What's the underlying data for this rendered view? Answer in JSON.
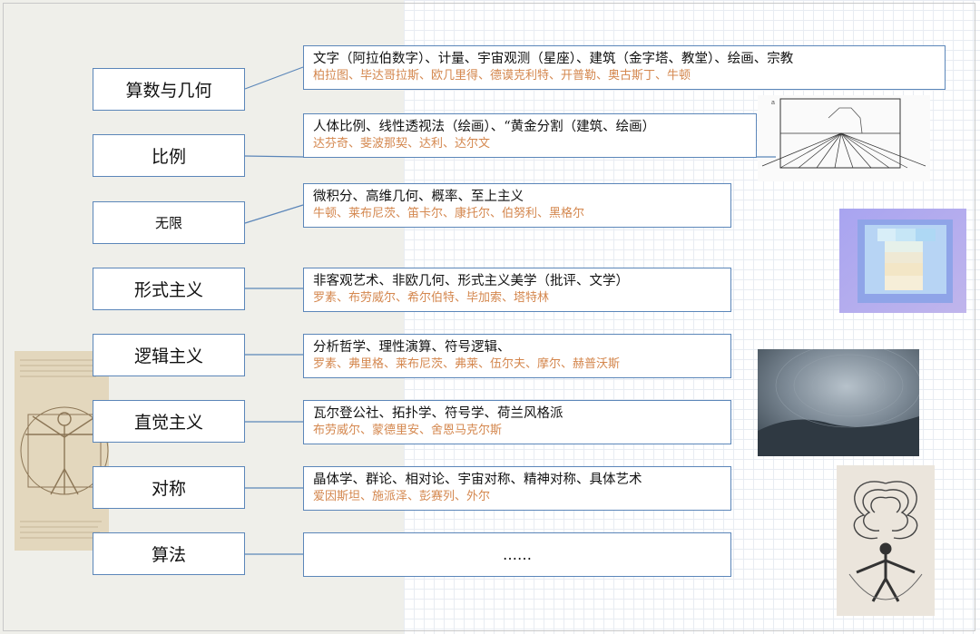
{
  "rows": [
    {
      "category": "算数与几何",
      "line1": "文字（阿拉伯数字）、计量、宇宙观测（星座）、建筑（金字塔、教堂）、绘画、宗教",
      "line2": "柏拉图、毕达哥拉斯、欧几里得、德谟克利特、开普勒、奥古斯丁、牛顿"
    },
    {
      "category": "比例",
      "line1": "人体比例、线性透视法（绘画）、“黄金分割（建筑、绘画）",
      "line2": "达芬奇、斐波那契、达利、达尔文"
    },
    {
      "category": "无限",
      "line1": "微积分、高维几何、概率、至上主义",
      "line2": "牛顿、莱布尼茨、笛卡尔、康托尔、伯努利、黑格尔"
    },
    {
      "category": "形式主义",
      "line1": "非客观艺术、非欧几何、形式主义美学（批评、文学）",
      "line2": "罗素、布劳威尔、希尔伯特、毕加索、塔特林"
    },
    {
      "category": "逻辑主义",
      "line1": "分析哲学、理性演算、符号逻辑、",
      "line2": "罗素、弗里格、莱布尼茨、弗莱、伍尔夫、摩尔、赫普沃斯"
    },
    {
      "category": "直觉主义",
      "line1": "瓦尔登公社、拓扑学、符号学、荷兰风格派",
      "line2": "布劳威尔、蒙德里安、舍恩马克尔斯"
    },
    {
      "category": "对称",
      "line1": "晶体学、群论、相对论、宇宙对称、精神对称、具体艺术",
      "line2": "爱因斯坦、施派泽、彭赛列、外尔"
    },
    {
      "category": "算法",
      "line1": "……",
      "line2": ""
    }
  ],
  "colors": {
    "box_border": "#5b86b9",
    "names": "#d4874e",
    "text": "#111111"
  },
  "images": [
    "vitruvian-man-sketch",
    "perspective-drawing",
    "purple-cube-render",
    "dome-photo",
    "spiral-figure-art"
  ]
}
